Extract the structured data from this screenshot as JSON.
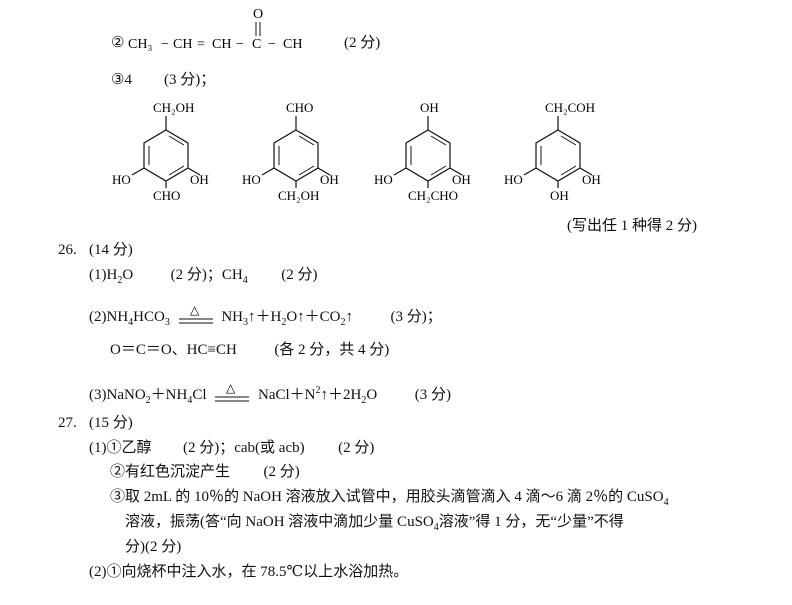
{
  "q25": {
    "item2": {
      "num": "②",
      "formula_parts": [
        "CH₃",
        "−",
        "CH",
        "=",
        "CH",
        "−",
        "C",
        "−",
        "CH"
      ],
      "oxygen": "O",
      "score": "(2 分)"
    },
    "item3": {
      "label": "③4",
      "score": "(3 分)；",
      "structures": [
        {
          "top": "CH₂OH",
          "left": "HO",
          "right": "OH",
          "bottom": "CHO"
        },
        {
          "top": "CHO",
          "left": "HO",
          "right": "OH",
          "bottom": "CH₂OH"
        },
        {
          "top": "OH",
          "left": "HO",
          "right": "OH",
          "bottom": "CH₂CHO"
        },
        {
          "top": "CH₂COH",
          "left": "HO",
          "right": "OH",
          "bottom": "OH"
        }
      ],
      "note": "(写出任 1 种得 2 分)"
    }
  },
  "q26": {
    "head": "26.",
    "total": "(14 分)",
    "p1": {
      "a": "(1)H",
      "a_sub": "2",
      "b": "O",
      "s1": "(2 分)；CH",
      "s1_sub": "4",
      "s2": "(2 分)"
    },
    "p2": {
      "left": "(2)NH",
      "left_sub": "4",
      "left2": "HCO",
      "left2_sub": "3",
      "cond": "△",
      "right": "NH",
      "right_sub": "3",
      "right2": "↑＋H",
      "right2_sub": "2",
      "right3": "O↑＋CO",
      "right3_sub": "2",
      "right4": "↑",
      "score": "(3 分)；"
    },
    "p2b": {
      "text": "O＝C＝O、HC≡CH",
      "score": "(各 2 分，共 4 分)"
    },
    "p3": {
      "left": "(3)NaNO",
      "left_sub": "2",
      "left2": "＋NH",
      "left2_sub": "4",
      "left3": "Cl",
      "cond": "△",
      "right": "NaCl＋N",
      "right_sup": "2",
      "right2": "↑＋2H",
      "right2_sub": "2",
      "right3": "O",
      "score": "(3 分)"
    }
  },
  "q27": {
    "head": "27.",
    "total": "(15 分)",
    "l1": {
      "a": "(1)①乙醇",
      "b": "(2 分)；cab(或 acb)",
      "c": "(2 分)"
    },
    "l2": {
      "a": "②有红色沉淀产生",
      "b": "(2 分)"
    },
    "l3": {
      "a": "③取 2mL 的 10％的 NaOH 溶液放入试管中，用胶头滴管滴入 4 滴～6 滴 2％的 CuSO",
      "a_sub": "4"
    },
    "l4": {
      "a": "溶液，振荡(答“向 NaOH 溶液中滴加少量 CuSO",
      "a_sub": "4",
      "b": "溶液”得 1 分，无“少量”不得"
    },
    "l5": {
      "a": "分)(2 分)"
    },
    "l6": {
      "a": "(2)①向烧杯中注入水，在 78.5℃以上水浴加热。"
    }
  }
}
